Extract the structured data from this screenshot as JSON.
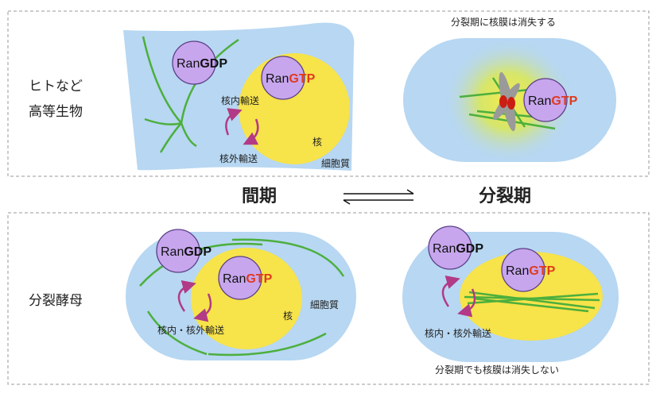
{
  "top_panel": {
    "organism_label_line1": "ヒトなど",
    "organism_label_line2": "高等生物",
    "interphase_cell": {
      "ran_gdp": {
        "ran": "Ran",
        "nuc": "GDP"
      },
      "ran_gtp": {
        "ran": "Ran",
        "nuc": "GTP"
      },
      "import_label": "核内輸送",
      "export_label": "核外輸送",
      "nucleus_label": "核",
      "cytoplasm_label": "細胞質"
    },
    "mitosis_cell": {
      "caption": "分裂期に核膜は消失する",
      "ran_gtp": {
        "ran": "Ran",
        "nuc": "GTP"
      }
    }
  },
  "middle": {
    "interphase_label": "間期",
    "mitosis_label": "分裂期"
  },
  "bottom_panel": {
    "organism_label": "分裂酵母",
    "interphase_cell": {
      "ran_gdp": {
        "ran": "Ran",
        "nuc": "GDP"
      },
      "ran_gtp": {
        "ran": "Ran",
        "nuc": "GTP"
      },
      "transport_label": "核内・核外輸送",
      "nucleus_label": "核",
      "cytoplasm_label": "細胞質"
    },
    "mitosis_cell": {
      "ran_gdp": {
        "ran": "Ran",
        "nuc": "GDP"
      },
      "ran_gtp": {
        "ran": "Ran",
        "nuc": "GTP"
      },
      "transport_label": "核内・核外輸送",
      "caption": "分裂期でも核膜は消失しない"
    }
  },
  "colors": {
    "cytoplasm": "#b7d7f2",
    "nucleus": "#f7e34a",
    "ran_circle": "#c7a6ee",
    "gtp_text": "#e03a1e",
    "gdp_text": "#111111",
    "microtubule": "#4caf3c",
    "arrow": "#b23a86",
    "chromosome": "#9a9a9a",
    "centromere": "#cc1d12"
  }
}
